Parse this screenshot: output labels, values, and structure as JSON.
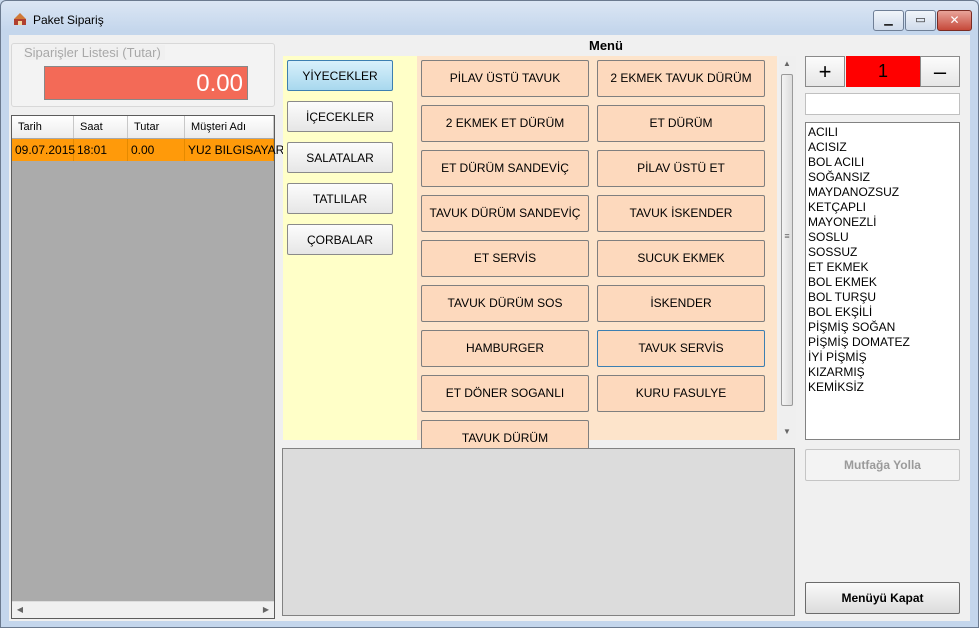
{
  "window": {
    "title": "Paket Sipariş",
    "icon": "app-icon",
    "controls": {
      "minimize_icon": "minimize-icon",
      "maximize_icon": "maximize-icon",
      "close_icon": "close-icon"
    }
  },
  "totals": {
    "label": "Siparişler Listesi   (Tutar)",
    "value": "0.00",
    "color": "#f36a57"
  },
  "orders": {
    "columns": [
      "Tarih",
      "Saat",
      "Tutar",
      "Müşteri Adı"
    ],
    "rows": [
      {
        "tarih": "09.07.2015",
        "saat": "18:01",
        "tutar": "0.00",
        "musteri": "YU2 BILGISAYAR"
      }
    ],
    "selected_color": "#ff9a0a"
  },
  "menu": {
    "title": "Menü",
    "categories": [
      "YİYECEKLER",
      "İÇECEKLER",
      "SALATALAR",
      "TATLILAR",
      "ÇORBALAR"
    ],
    "active_category": "YİYECEKLER",
    "items": [
      "PİLAV ÜSTÜ TAVUK",
      "2 EKMEK TAVUK DÜRÜM",
      "2 EKMEK ET DÜRÜM",
      "ET DÜRÜM",
      "ET DÜRÜM SANDEVİÇ",
      "PİLAV ÜSTÜ ET",
      "TAVUK DÜRÜM SANDEVİÇ",
      "TAVUK İSKENDER",
      "ET SERVİS",
      "SUCUK EKMEK",
      "TAVUK DÜRÜM SOS",
      "İSKENDER",
      "HAMBURGER",
      "TAVUK SERVİS",
      "ET DÖNER SOGANLI",
      "KURU FASULYE",
      "TAVUK DÜRÜM"
    ]
  },
  "quantity": {
    "plus": "+",
    "value": "1",
    "minus": "–"
  },
  "extras": [
    "ACILI",
    "ACISIZ",
    "BOL ACILI",
    "SOĞANSIZ",
    "MAYDANOZSUZ",
    "KETÇAPLI",
    "MAYONEZLİ",
    "SOSLU",
    "SOSSUZ",
    "ET EKMEK",
    "BOL EKMEK",
    "BOL TURŞU",
    "BOL EKŞİLİ",
    "PİŞMİŞ SOĞAN",
    "PİŞMİŞ DOMATEZ",
    "İYİ PİŞMİŞ",
    "KIZARMIŞ",
    "KEMİKSİZ"
  ],
  "actions": {
    "send_kitchen": "Mutfağa Yolla",
    "close_menu": "Menüyü Kapat"
  }
}
